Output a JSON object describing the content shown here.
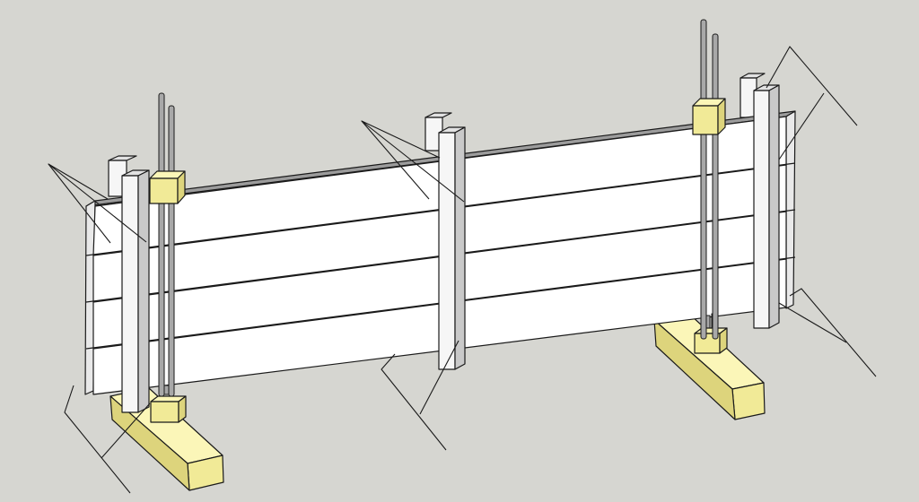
{
  "diagram": {
    "colors": {
      "background": "#d6d6d1",
      "board_face": "#ffffff",
      "board_top": "#9c9c9c",
      "board_side": "#e9e9e9",
      "post_face": "#f6f6f6",
      "post_side": "#c9c9c9",
      "post_top": "#e2e2e2",
      "block_top": "#fbf6b8",
      "block_front": "#f1ea97",
      "block_side": "#ddd47c",
      "rod": "#a8a8a8",
      "outline": "#1a1a1a"
    },
    "components": [
      "horizontal-boards",
      "vertical-posts",
      "rear-posts",
      "threaded-rods",
      "clamp-brackets",
      "base-sleepers",
      "leader-lines"
    ],
    "board_count": 4,
    "post_count": 3,
    "rod_count": 4,
    "sleeper_count": 2
  }
}
